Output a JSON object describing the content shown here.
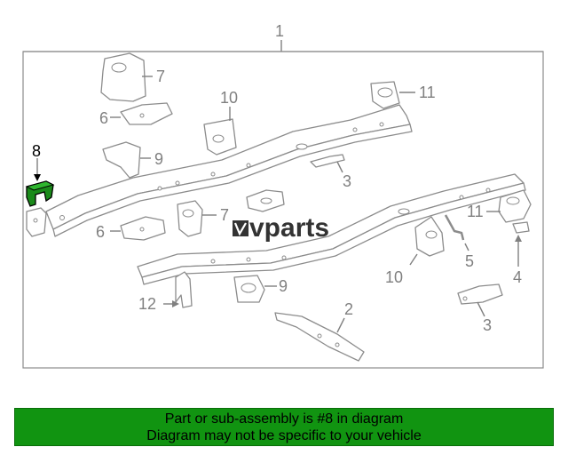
{
  "diagram": {
    "callouts": {
      "c1": "1",
      "c2": "2",
      "c3a": "3",
      "c3b": "3",
      "c4": "4",
      "c5": "5",
      "c6a": "6",
      "c6b": "6",
      "c7a": "7",
      "c7b": "7",
      "c8": "8",
      "c9a": "9",
      "c9b": "9",
      "c10a": "10",
      "c10b": "10",
      "c11a": "11",
      "c11b": "11",
      "c12": "12"
    },
    "highlighted_part": "8",
    "highlight_color": "#1a8a1a",
    "watermark": "vparts"
  },
  "banner": {
    "line1": "Part or sub-assembly is #8 in diagram",
    "line2": "Diagram may not be specific to your vehicle",
    "color": "#119411"
  }
}
